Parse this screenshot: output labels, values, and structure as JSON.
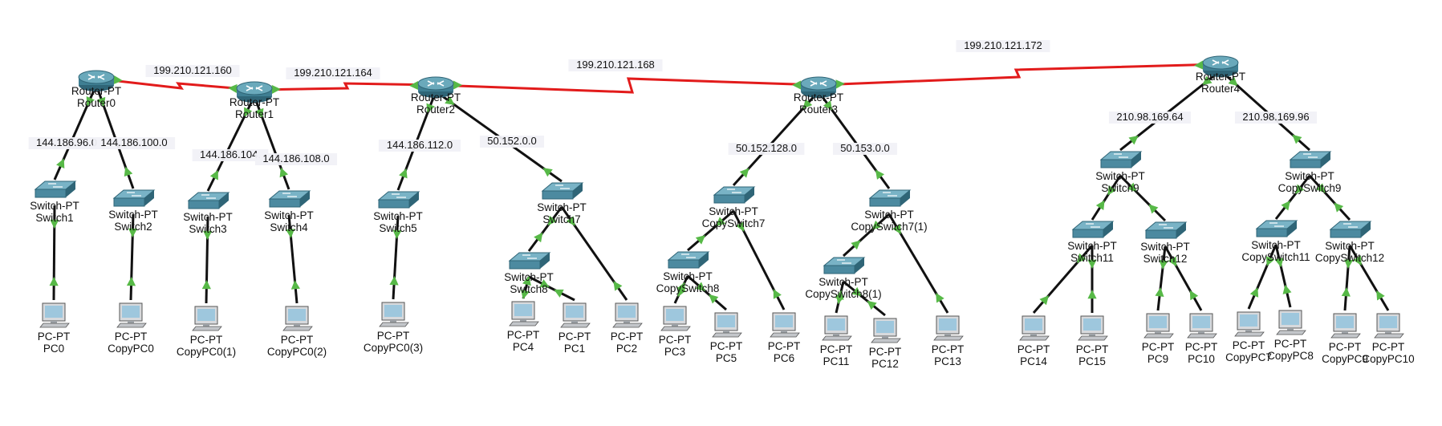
{
  "colors": {
    "serial_link": "#e21b1b",
    "ethernet_link": "#111111",
    "link_light": "#57b947",
    "router_body": "#3f7f93",
    "switch_body": "#4c8aa0",
    "pc_screen": "#9ec7dd"
  },
  "devices": [
    {
      "id": "router0",
      "type": "router",
      "model": "Router-PT",
      "name": "Router0"
    },
    {
      "id": "router1",
      "type": "router",
      "model": "Router-PT",
      "name": "Router1"
    },
    {
      "id": "router2",
      "type": "router",
      "model": "Router-PT",
      "name": "Router2"
    },
    {
      "id": "router3",
      "type": "router",
      "model": "Router-PT",
      "name": "Router3"
    },
    {
      "id": "router4",
      "type": "router",
      "model": "Router-PT",
      "name": "Router4"
    },
    {
      "id": "switch1",
      "type": "switch",
      "model": "Switch-PT",
      "name": "Switch1"
    },
    {
      "id": "switch2",
      "type": "switch",
      "model": "Switch-PT",
      "name": "Switch2"
    },
    {
      "id": "switch3",
      "type": "switch",
      "model": "Switch-PT",
      "name": "Switch3"
    },
    {
      "id": "switch4",
      "type": "switch",
      "model": "Switch-PT",
      "name": "Switch4"
    },
    {
      "id": "switch5",
      "type": "switch",
      "model": "Switch-PT",
      "name": "Switch5"
    },
    {
      "id": "switch7",
      "type": "switch",
      "model": "Switch-PT",
      "name": "Switch7"
    },
    {
      "id": "switch8",
      "type": "switch",
      "model": "Switch-PT",
      "name": "Switch8"
    },
    {
      "id": "copyswitch7",
      "type": "switch",
      "model": "Switch-PT",
      "name": "CopySwitch7"
    },
    {
      "id": "copyswitch8",
      "type": "switch",
      "model": "Switch-PT",
      "name": "CopySwitch8"
    },
    {
      "id": "copyswitch7_1",
      "type": "switch",
      "model": "Switch-PT",
      "name": "CopySwitch7(1)"
    },
    {
      "id": "copyswitch8_1",
      "type": "switch",
      "model": "Switch-PT",
      "name": "CopySwitch8(1)"
    },
    {
      "id": "switch9",
      "type": "switch",
      "model": "Switch-PT",
      "name": "Switch9"
    },
    {
      "id": "switch11",
      "type": "switch",
      "model": "Switch-PT",
      "name": "Switch11"
    },
    {
      "id": "switch12",
      "type": "switch",
      "model": "Switch-PT",
      "name": "Switch12"
    },
    {
      "id": "copyswitch9",
      "type": "switch",
      "model": "Switch-PT",
      "name": "CopySwitch9"
    },
    {
      "id": "copyswitch11",
      "type": "switch",
      "model": "Switch-PT",
      "name": "CopySwitch11"
    },
    {
      "id": "copyswitch12",
      "type": "switch",
      "model": "Switch-PT",
      "name": "CopySwitch12"
    },
    {
      "id": "pc0",
      "type": "pc",
      "model": "PC-PT",
      "name": "PC0"
    },
    {
      "id": "copypc0",
      "type": "pc",
      "model": "PC-PT",
      "name": "CopyPC0"
    },
    {
      "id": "copypc0_1",
      "type": "pc",
      "model": "PC-PT",
      "name": "CopyPC0(1)"
    },
    {
      "id": "copypc0_2",
      "type": "pc",
      "model": "PC-PT",
      "name": "CopyPC0(2)"
    },
    {
      "id": "copypc0_3",
      "type": "pc",
      "model": "PC-PT",
      "name": "CopyPC0(3)"
    },
    {
      "id": "pc4",
      "type": "pc",
      "model": "PC-PT",
      "name": "PC4"
    },
    {
      "id": "pc1",
      "type": "pc",
      "model": "PC-PT",
      "name": "PC1"
    },
    {
      "id": "pc2",
      "type": "pc",
      "model": "PC-PT",
      "name": "PC2"
    },
    {
      "id": "pc3",
      "type": "pc",
      "model": "PC-PT",
      "name": "PC3"
    },
    {
      "id": "pc5",
      "type": "pc",
      "model": "PC-PT",
      "name": "PC5"
    },
    {
      "id": "pc6",
      "type": "pc",
      "model": "PC-PT",
      "name": "PC6"
    },
    {
      "id": "pc11",
      "type": "pc",
      "model": "PC-PT",
      "name": "PC11"
    },
    {
      "id": "pc12",
      "type": "pc",
      "model": "PC-PT",
      "name": "PC12"
    },
    {
      "id": "pc13",
      "type": "pc",
      "model": "PC-PT",
      "name": "PC13"
    },
    {
      "id": "pc14",
      "type": "pc",
      "model": "PC-PT",
      "name": "PC14"
    },
    {
      "id": "pc15",
      "type": "pc",
      "model": "PC-PT",
      "name": "PC15"
    },
    {
      "id": "pc9",
      "type": "pc",
      "model": "PC-PT",
      "name": "PC9"
    },
    {
      "id": "pc10",
      "type": "pc",
      "model": "PC-PT",
      "name": "PC10"
    },
    {
      "id": "copypc7",
      "type": "pc",
      "model": "PC-PT",
      "name": "CopyPC7"
    },
    {
      "id": "copypc8",
      "type": "pc",
      "model": "PC-PT",
      "name": "CopyPC8"
    },
    {
      "id": "copypc9",
      "type": "pc",
      "model": "PC-PT",
      "name": "CopyPC9"
    },
    {
      "id": "copypc10",
      "type": "pc",
      "model": "PC-PT",
      "name": "CopyPC10"
    }
  ],
  "links": [
    {
      "from": "router0",
      "to": "router1",
      "kind": "serial",
      "network": "199.210.121.160"
    },
    {
      "from": "router1",
      "to": "router2",
      "kind": "serial",
      "network": "199.210.121.164"
    },
    {
      "from": "router2",
      "to": "router3",
      "kind": "serial",
      "network": "199.210.121.168"
    },
    {
      "from": "router3",
      "to": "router4",
      "kind": "serial",
      "network": "199.210.121.172"
    },
    {
      "from": "router0",
      "to": "switch1",
      "kind": "ethernet",
      "network": "144.186.96.0"
    },
    {
      "from": "router0",
      "to": "switch2",
      "kind": "ethernet",
      "network": "144.186.100.0"
    },
    {
      "from": "router1",
      "to": "switch3",
      "kind": "ethernet",
      "network": "144.186.104."
    },
    {
      "from": "router1",
      "to": "switch4",
      "kind": "ethernet",
      "network": "144.186.108.0"
    },
    {
      "from": "router2",
      "to": "switch5",
      "kind": "ethernet",
      "network": "144.186.112.0"
    },
    {
      "from": "router2",
      "to": "switch7",
      "kind": "ethernet",
      "network": "50.152.0.0"
    },
    {
      "from": "router3",
      "to": "copyswitch7",
      "kind": "ethernet",
      "network": "50.152.128.0"
    },
    {
      "from": "router3",
      "to": "copyswitch7_1",
      "kind": "ethernet",
      "network": "50.153.0.0"
    },
    {
      "from": "router4",
      "to": "switch9",
      "kind": "ethernet",
      "network": "210.98.169.64"
    },
    {
      "from": "router4",
      "to": "copyswitch9",
      "kind": "ethernet",
      "network": "210.98.169.96"
    },
    {
      "from": "switch1",
      "to": "pc0",
      "kind": "ethernet"
    },
    {
      "from": "switch2",
      "to": "copypc0",
      "kind": "ethernet"
    },
    {
      "from": "switch3",
      "to": "copypc0_1",
      "kind": "ethernet"
    },
    {
      "from": "switch4",
      "to": "copypc0_2",
      "kind": "ethernet"
    },
    {
      "from": "switch5",
      "to": "copypc0_3",
      "kind": "ethernet"
    },
    {
      "from": "switch7",
      "to": "switch8",
      "kind": "ethernet"
    },
    {
      "from": "switch7",
      "to": "pc2",
      "kind": "ethernet"
    },
    {
      "from": "switch8",
      "to": "pc4",
      "kind": "ethernet"
    },
    {
      "from": "switch8",
      "to": "pc1",
      "kind": "ethernet"
    },
    {
      "from": "copyswitch7",
      "to": "copyswitch8",
      "kind": "ethernet"
    },
    {
      "from": "copyswitch7",
      "to": "pc6",
      "kind": "ethernet"
    },
    {
      "from": "copyswitch8",
      "to": "pc3",
      "kind": "ethernet"
    },
    {
      "from": "copyswitch8",
      "to": "pc5",
      "kind": "ethernet"
    },
    {
      "from": "copyswitch7_1",
      "to": "copyswitch8_1",
      "kind": "ethernet"
    },
    {
      "from": "copyswitch7_1",
      "to": "pc13",
      "kind": "ethernet"
    },
    {
      "from": "copyswitch8_1",
      "to": "pc11",
      "kind": "ethernet"
    },
    {
      "from": "copyswitch8_1",
      "to": "pc12",
      "kind": "ethernet"
    },
    {
      "from": "switch9",
      "to": "switch11",
      "kind": "ethernet"
    },
    {
      "from": "switch9",
      "to": "switch12",
      "kind": "ethernet"
    },
    {
      "from": "switch11",
      "to": "pc14",
      "kind": "ethernet"
    },
    {
      "from": "switch11",
      "to": "pc15",
      "kind": "ethernet"
    },
    {
      "from": "switch12",
      "to": "pc9",
      "kind": "ethernet"
    },
    {
      "from": "switch12",
      "to": "pc10",
      "kind": "ethernet"
    },
    {
      "from": "copyswitch9",
      "to": "copyswitch11",
      "kind": "ethernet"
    },
    {
      "from": "copyswitch9",
      "to": "copyswitch12",
      "kind": "ethernet"
    },
    {
      "from": "copyswitch11",
      "to": "copypc7",
      "kind": "ethernet"
    },
    {
      "from": "copyswitch11",
      "to": "copypc8",
      "kind": "ethernet"
    },
    {
      "from": "copyswitch12",
      "to": "copypc9",
      "kind": "ethernet"
    },
    {
      "from": "copyswitch12",
      "to": "copypc10",
      "kind": "ethernet"
    }
  ]
}
